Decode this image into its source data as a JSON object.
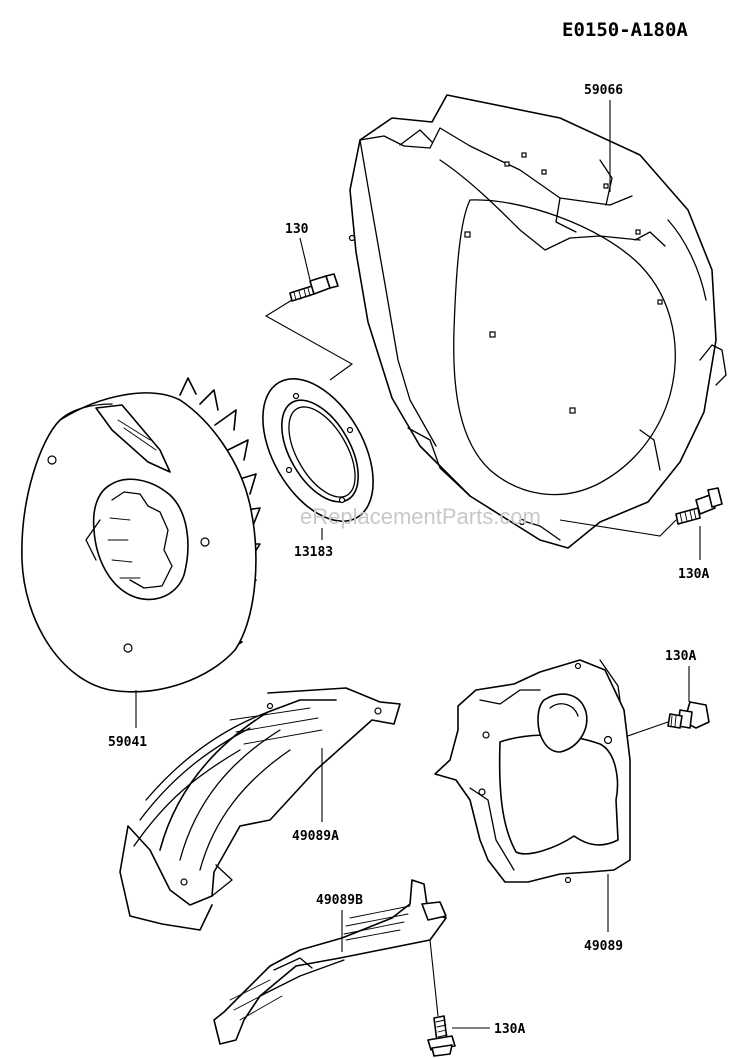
{
  "diagram_id": "E0150-A180A",
  "watermark": "eReplacementParts.com",
  "parts": [
    {
      "key": "shroud",
      "number": "59066"
    },
    {
      "key": "bolt_top",
      "number": "130"
    },
    {
      "key": "plate",
      "number": "13183"
    },
    {
      "key": "bolt_right",
      "number": "130A"
    },
    {
      "key": "flywheel",
      "number": "59041"
    },
    {
      "key": "bolt_mid",
      "number": "130A"
    },
    {
      "key": "cover_left",
      "number": "49089A"
    },
    {
      "key": "cover_bottom",
      "number": "49089B"
    },
    {
      "key": "frame",
      "number": "49089"
    },
    {
      "key": "bolt_bottom",
      "number": "130A"
    }
  ]
}
